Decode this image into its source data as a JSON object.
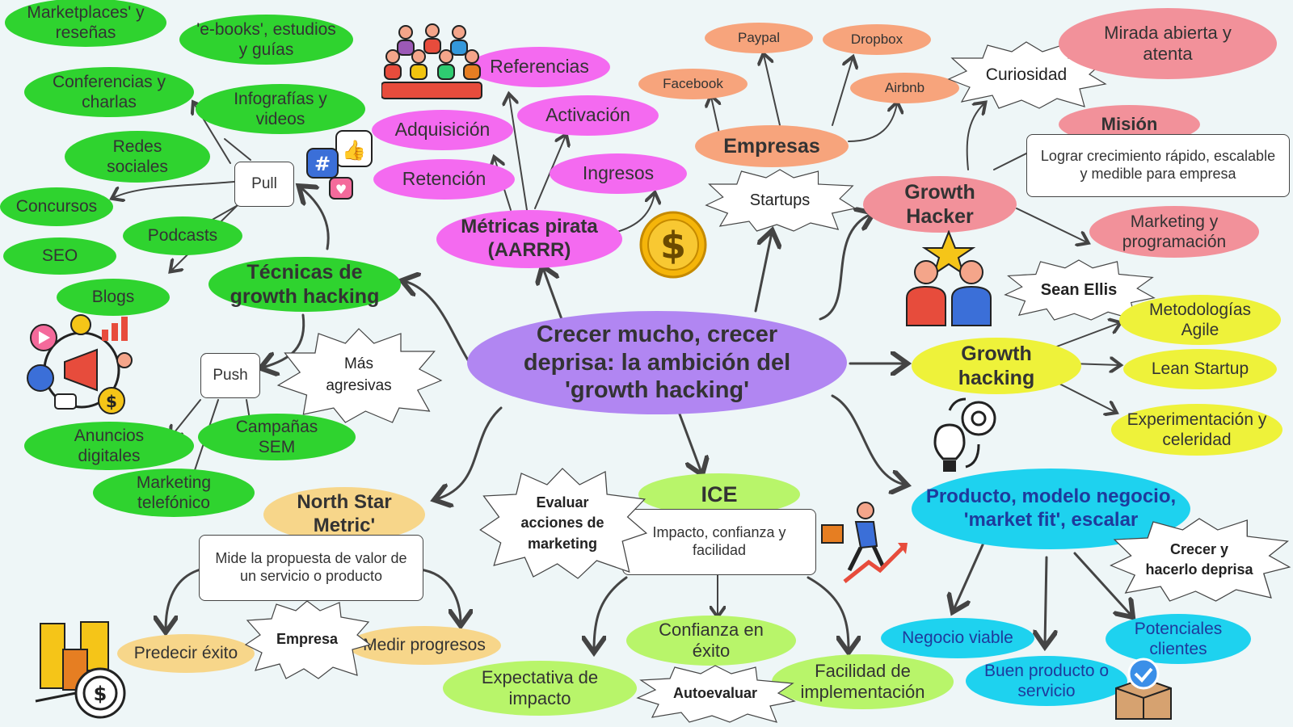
{
  "center": "Crecer mucho, crecer deprisa: la ambición del 'growth hacking'",
  "tecnicas": {
    "title": "Técnicas de growth hacking",
    "pull": "Pull",
    "push": "Push",
    "mas_agresivas": "Más agresivas",
    "pull_items": [
      "Marketplaces' y reseñas",
      "'e-books', estudios y guías",
      "Conferencias y charlas",
      "Infografías y videos",
      "Redes sociales",
      "Concursos",
      "Podcasts",
      "SEO",
      "Blogs"
    ],
    "push_items": [
      "Anuncios digitales",
      "Campañas SEM",
      "Marketing telefónico"
    ]
  },
  "metricas": {
    "title": "Métricas pirata (AARRR)",
    "items": [
      "Referencias",
      "Activación",
      "Adquisición",
      "Retención",
      "Ingresos"
    ]
  },
  "empresas": {
    "title": "Empresas",
    "startups": "Startups",
    "items": [
      "Paypal",
      "Dropbox",
      "Facebook",
      "Airbnb"
    ]
  },
  "growth_hacker": {
    "title": "Growth Hacker",
    "curiosidad": "Curiosidad",
    "mirada": "Mirada abierta y atenta",
    "mision": "Misión",
    "mision_text": "Lograr crecimiento rápido, escalable y medible para empresa",
    "marketing": "Marketing y programación"
  },
  "growth_hacking": {
    "title": "Growth hacking",
    "sean_ellis": "Sean Ellis",
    "items": [
      "Metodologías Agile",
      "Lean Startup",
      "Experimentación y celeridad"
    ]
  },
  "producto": {
    "title": "Producto, modelo negocio, 'market fit', escalar",
    "crecer": "Crecer y hacerlo deprisa",
    "items": [
      "Negocio viable",
      "Buen producto o servicio",
      "Potenciales clientes"
    ]
  },
  "ice": {
    "title": "ICE",
    "text": "Impacto, confianza y facilidad",
    "evaluar": "Evaluar acciones de marketing",
    "autoevaluar": "Autoevaluar",
    "items": [
      "Expectativa de impacto",
      "Confianza en éxito",
      "Facilidad de implementación"
    ]
  },
  "north_star": {
    "title": "North Star Metric'",
    "text": "Mide la propuesta de valor de un servicio o producto",
    "empresa": "Empresa",
    "items": [
      "Predecir éxito",
      "Medir progresos"
    ]
  },
  "icons": [
    "crowd-icon",
    "social-media-icon",
    "dollar-coin-icon",
    "marketing-icons",
    "winners-icon",
    "gears-idea-icon",
    "growth-man-icon",
    "city-target-icon",
    "box-check-icon"
  ],
  "colors": {
    "green": "#2fd32f",
    "pink": "#f46af0",
    "orange": "#f7a47c",
    "salmon": "#f2919a",
    "yellow": "#eef23a",
    "cyan": "#1ed2ef",
    "peach": "#f7d68a",
    "purple": "#b186f2",
    "lime": "#b8f56a"
  }
}
